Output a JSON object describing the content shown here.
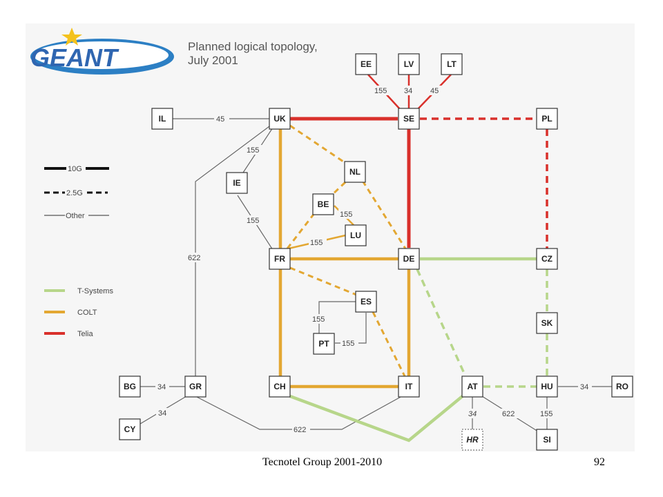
{
  "logo": {
    "text": "GEANT"
  },
  "title": {
    "line1": "Planned logical topology,",
    "line2": "July 2001"
  },
  "legend": {
    "styles": [
      {
        "label": "10G"
      },
      {
        "label": "2.5G"
      },
      {
        "label": "Other"
      }
    ],
    "providers": [
      {
        "label": "T-Systems",
        "color": "#b7d68a"
      },
      {
        "label": "COLT",
        "color": "#e3a732"
      },
      {
        "label": "Telia",
        "color": "#d9302b"
      }
    ]
  },
  "colors": {
    "tsystems": "#b7d68a",
    "colt": "#e3a732",
    "telia": "#d9302b",
    "other": "#555555"
  },
  "nodes": {
    "IL": "IL",
    "UK": "UK",
    "SE": "SE",
    "PL": "PL",
    "EE": "EE",
    "LV": "LV",
    "LT": "LT",
    "IE": "IE",
    "NL": "NL",
    "BE": "BE",
    "LU": "LU",
    "FR": "FR",
    "DE": "DE",
    "CZ": "CZ",
    "ES": "ES",
    "PT": "PT",
    "SK": "SK",
    "BG": "BG",
    "GR": "GR",
    "CH": "CH",
    "IT": "IT",
    "AT": "AT",
    "HU": "HU",
    "RO": "RO",
    "CY": "CY",
    "SI": "SI",
    "HR": "HR"
  },
  "link_labels": {
    "il_uk": "45",
    "uk_ie": "155",
    "ie_fr": "155",
    "gr_uk": "622",
    "se_ee": "155",
    "se_lv": "34",
    "se_lt": "45",
    "be_lu": "155",
    "fr_lu": "155",
    "es_pt_a": "155",
    "es_pt_b": "155",
    "bg_gr": "34",
    "gr_cy": "34",
    "gr_it": "622",
    "at_hr": "34",
    "at_si": "622",
    "hu_si": "155",
    "hu_ro": "34"
  },
  "footer": {
    "text": "Tecnotel Group 2001-2010",
    "page": "92"
  }
}
